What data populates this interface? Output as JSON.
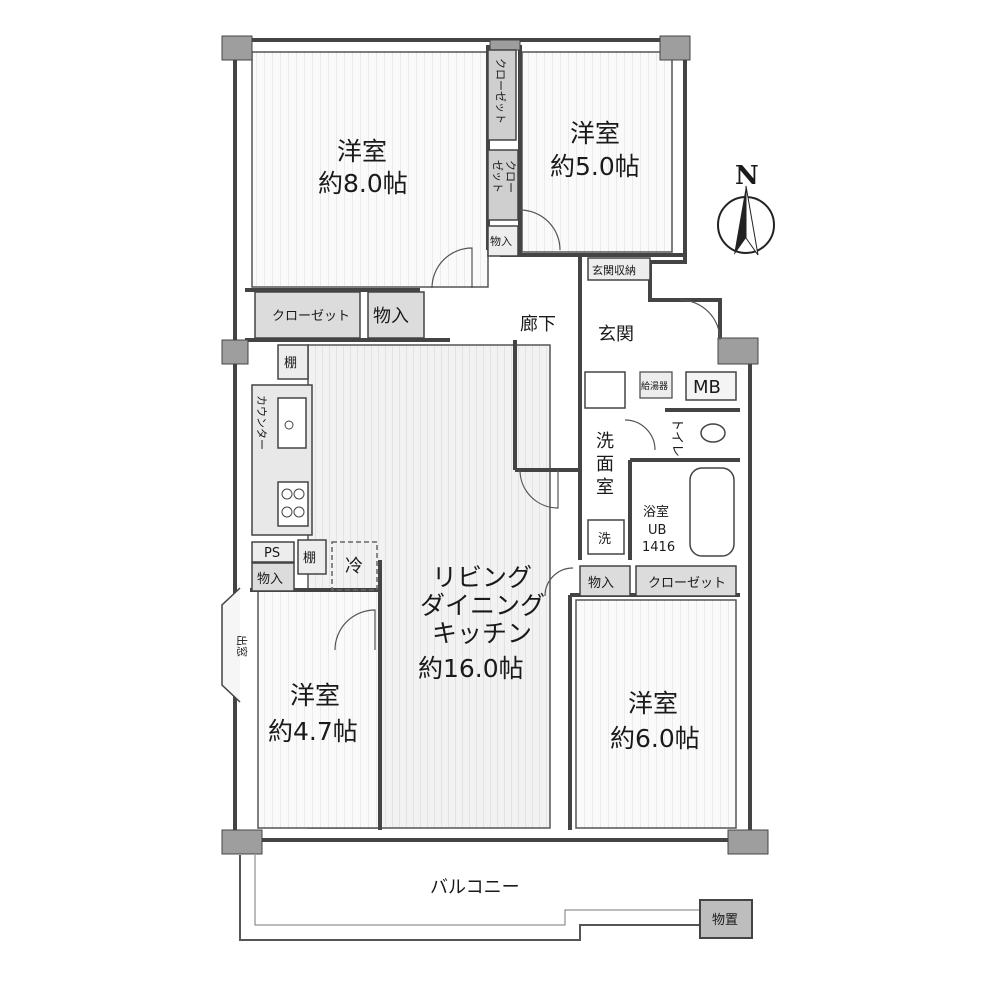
{
  "rooms": {
    "western_8": {
      "name": "洋室",
      "size": "約8.0帖"
    },
    "western_5": {
      "name": "洋室",
      "size": "約5.0帖"
    },
    "western_47": {
      "name": "洋室",
      "size": "約4.7帖"
    },
    "western_6": {
      "name": "洋室",
      "size": "約6.0帖"
    },
    "ldk": {
      "line1": "リビング",
      "line2": "ダイニング",
      "line3": "キッチン",
      "size": "約16.0帖"
    },
    "corridor": "廊下",
    "entrance": "玄関",
    "entrance_storage": "玄関収納",
    "washroom": {
      "c1": "洗",
      "c2": "面",
      "c3": "室"
    },
    "bath": {
      "name": "浴室",
      "type": "UB",
      "size": "1416"
    },
    "toilet": "トイレ",
    "balcony": "バルコニー"
  },
  "labels": {
    "closet_a": "クローゼット",
    "closet_b_1": "クロー",
    "closet_b_2": "ゼット",
    "closet_c": "クローゼット",
    "closet_d": "クローゼット",
    "storage": "物入",
    "storage_small": "物入",
    "storage_c": "物入",
    "storage_d": "物入",
    "shelf": "棚",
    "shelf_b": "棚",
    "counter": "カウンター",
    "bay_window": "出窓",
    "ps": "PS",
    "fridge": "冷",
    "water_heater": "給湯器",
    "mb": "MB",
    "washer": "洗",
    "outdoor_storage": "物置"
  },
  "compass": {
    "letter": "N"
  }
}
